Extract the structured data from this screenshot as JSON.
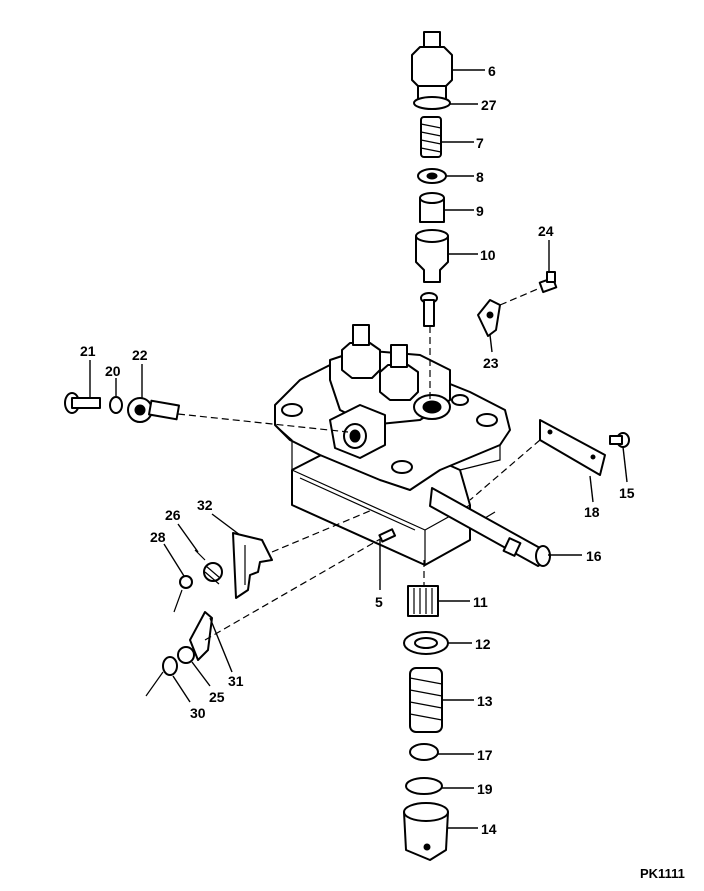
{
  "drawing": {
    "code": "PK1111",
    "callouts": [
      "6",
      "27",
      "7",
      "8",
      "9",
      "10",
      "24",
      "23",
      "21",
      "20",
      "22",
      "15",
      "18",
      "16",
      "32",
      "26",
      "28",
      "5",
      "11",
      "12",
      "13",
      "17",
      "19",
      "14",
      "31",
      "25",
      "30"
    ]
  }
}
